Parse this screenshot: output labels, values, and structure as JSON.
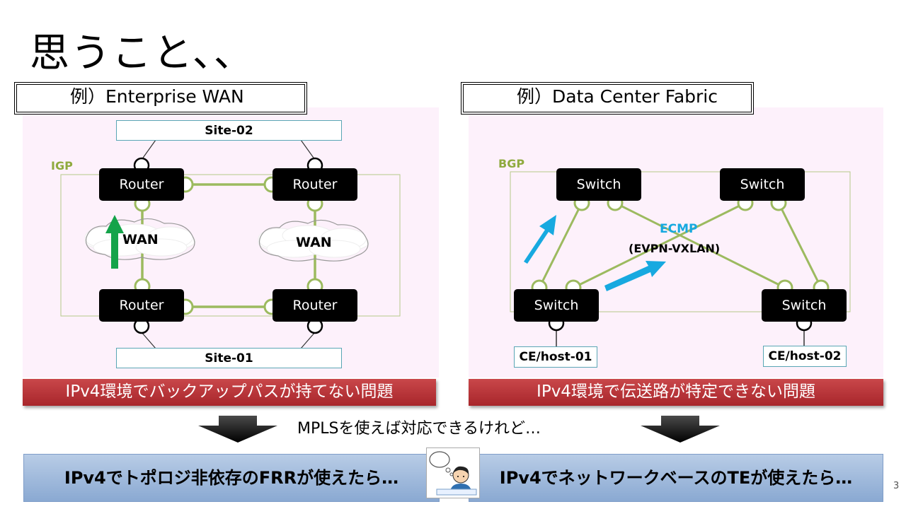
{
  "title": "思うこと、、",
  "left": {
    "label": "例）Enterprise WAN",
    "igp_label": "IGP",
    "site_top": "Site-02",
    "site_bottom": "Site-01",
    "router_label": "Router",
    "wan_label": "WAN",
    "problem": "IPv4環境でバックアップパスが持てない問題"
  },
  "right": {
    "label": "例）Data Center Fabric",
    "bgp_label": "BGP",
    "switch_label": "Switch",
    "ecmp_label": "ECMP",
    "evpn_label": "(EVPN-VXLAN)",
    "host1": "CE/host-01",
    "host2": "CE/host-02",
    "problem": "IPv4環境で伝送路が特定できない問題"
  },
  "middle_text": "MPLSを使えば対応できるけれど…",
  "bottom_left": "IPv4でトポロジ非依存のFRRが使えたら…",
  "bottom_right": "IPv4でネットワークベースのTEが使えたら…",
  "page_number": "3",
  "colors": {
    "panel_bg": "#fdf1fb",
    "link_green": "#9cba5f",
    "arrow_green": "#14a34a",
    "arrow_blue": "#17a9e0",
    "problem_red": "#b93237",
    "result_blue": "#9fb8dc"
  }
}
